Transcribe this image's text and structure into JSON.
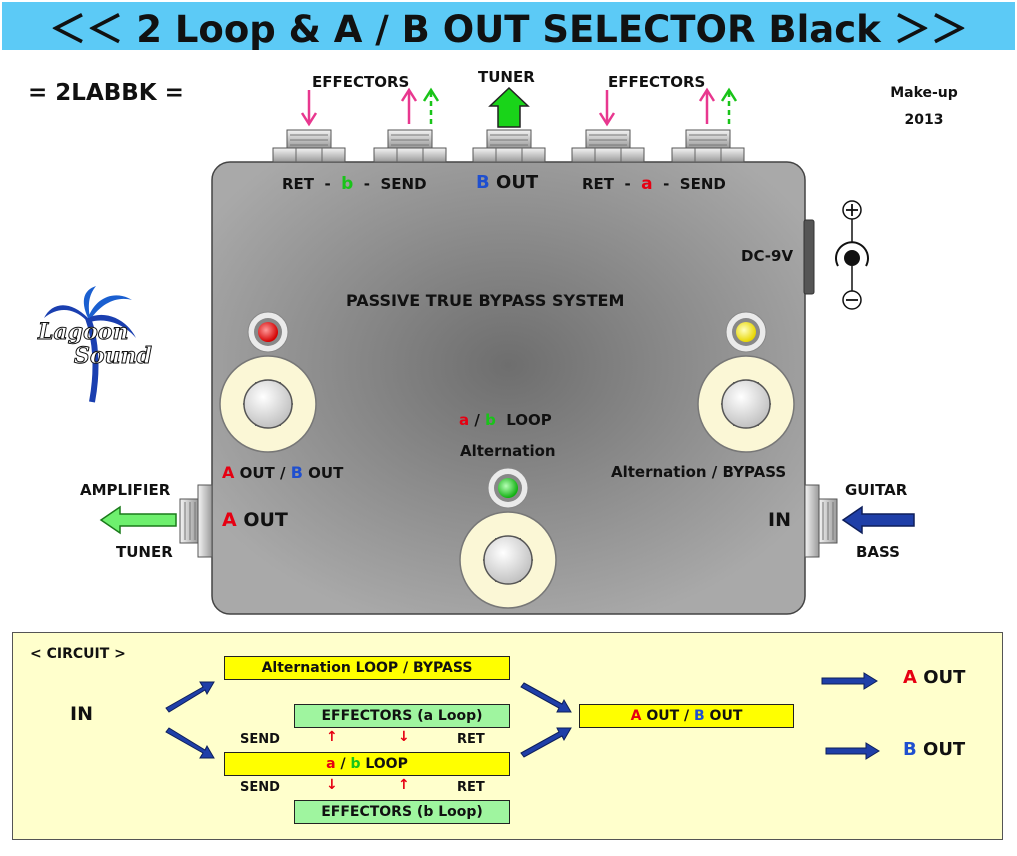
{
  "title": "＜＜ 2 Loop & A / B OUT SELECTOR Black ＞＞",
  "model_code": "= 2LABBK =",
  "makeup": {
    "label": "Make-up",
    "year": "2013"
  },
  "top_labels": {
    "effectors_b": "EFFECTORS",
    "tuner": "TUNER",
    "effectors_a": "EFFECTORS"
  },
  "jack_labels": {
    "ret": "RET",
    "dash": "-",
    "send": "SEND",
    "loop_b": "b",
    "loop_a": "a",
    "b_letter": "B",
    "out_word": "OUT"
  },
  "enclosure": {
    "dc": "DC-9V",
    "system": "PASSIVE TRUE  BYPASS SYSTEM",
    "ab_loop_a": "a",
    "ab_loop_slash": "/",
    "ab_loop_b": "b",
    "ab_loop_word": "LOOP",
    "alternation": "Alternation",
    "left_sw_a": "A",
    "left_sw_mid": "OUT /",
    "left_sw_b": "B",
    "left_sw_out": "OUT",
    "right_sw": "Alternation / BYPASS",
    "a_out_a": "A",
    "a_out_word": "OUT",
    "in_label": "IN"
  },
  "side_labels": {
    "amplifier": "AMPLIFIER",
    "tuner": "TUNER",
    "guitar": "GUITAR",
    "bass": "BASS"
  },
  "logo": {
    "line1": "Lagoon",
    "line2": "Sound"
  },
  "power_symbols": {
    "plus": "+",
    "minus": "−"
  },
  "circuit": {
    "heading": "< CIRCUIT >",
    "in": "IN",
    "alt_loop": "Alternation LOOP / BYPASS",
    "eff_a": "EFFECTORS  (a Loop)",
    "ab_a": "a",
    "ab_slash": "/",
    "ab_b": "b",
    "ab_loop": "LOOP",
    "eff_b": "EFFECTORS  (b Loop)",
    "send": "SEND",
    "ret": "RET",
    "out_a": "A",
    "out_mid": " OUT / ",
    "out_b": "B",
    "out_word": " OUT",
    "right_a": "A",
    "right_b": "B",
    "right_out": "OUT",
    "up_arrow": "↑",
    "down_arrow": "↓"
  },
  "colors": {
    "title_bg": "#5ccaf6",
    "enclosure": "#8c8c8c",
    "red": "#e60012",
    "green": "#19c419",
    "blue": "#1f4fcf",
    "magenta": "#e8378f",
    "yellow_box": "#ffff00",
    "green_box": "#9ff59f",
    "circuit_bg": "#ffffcc"
  }
}
